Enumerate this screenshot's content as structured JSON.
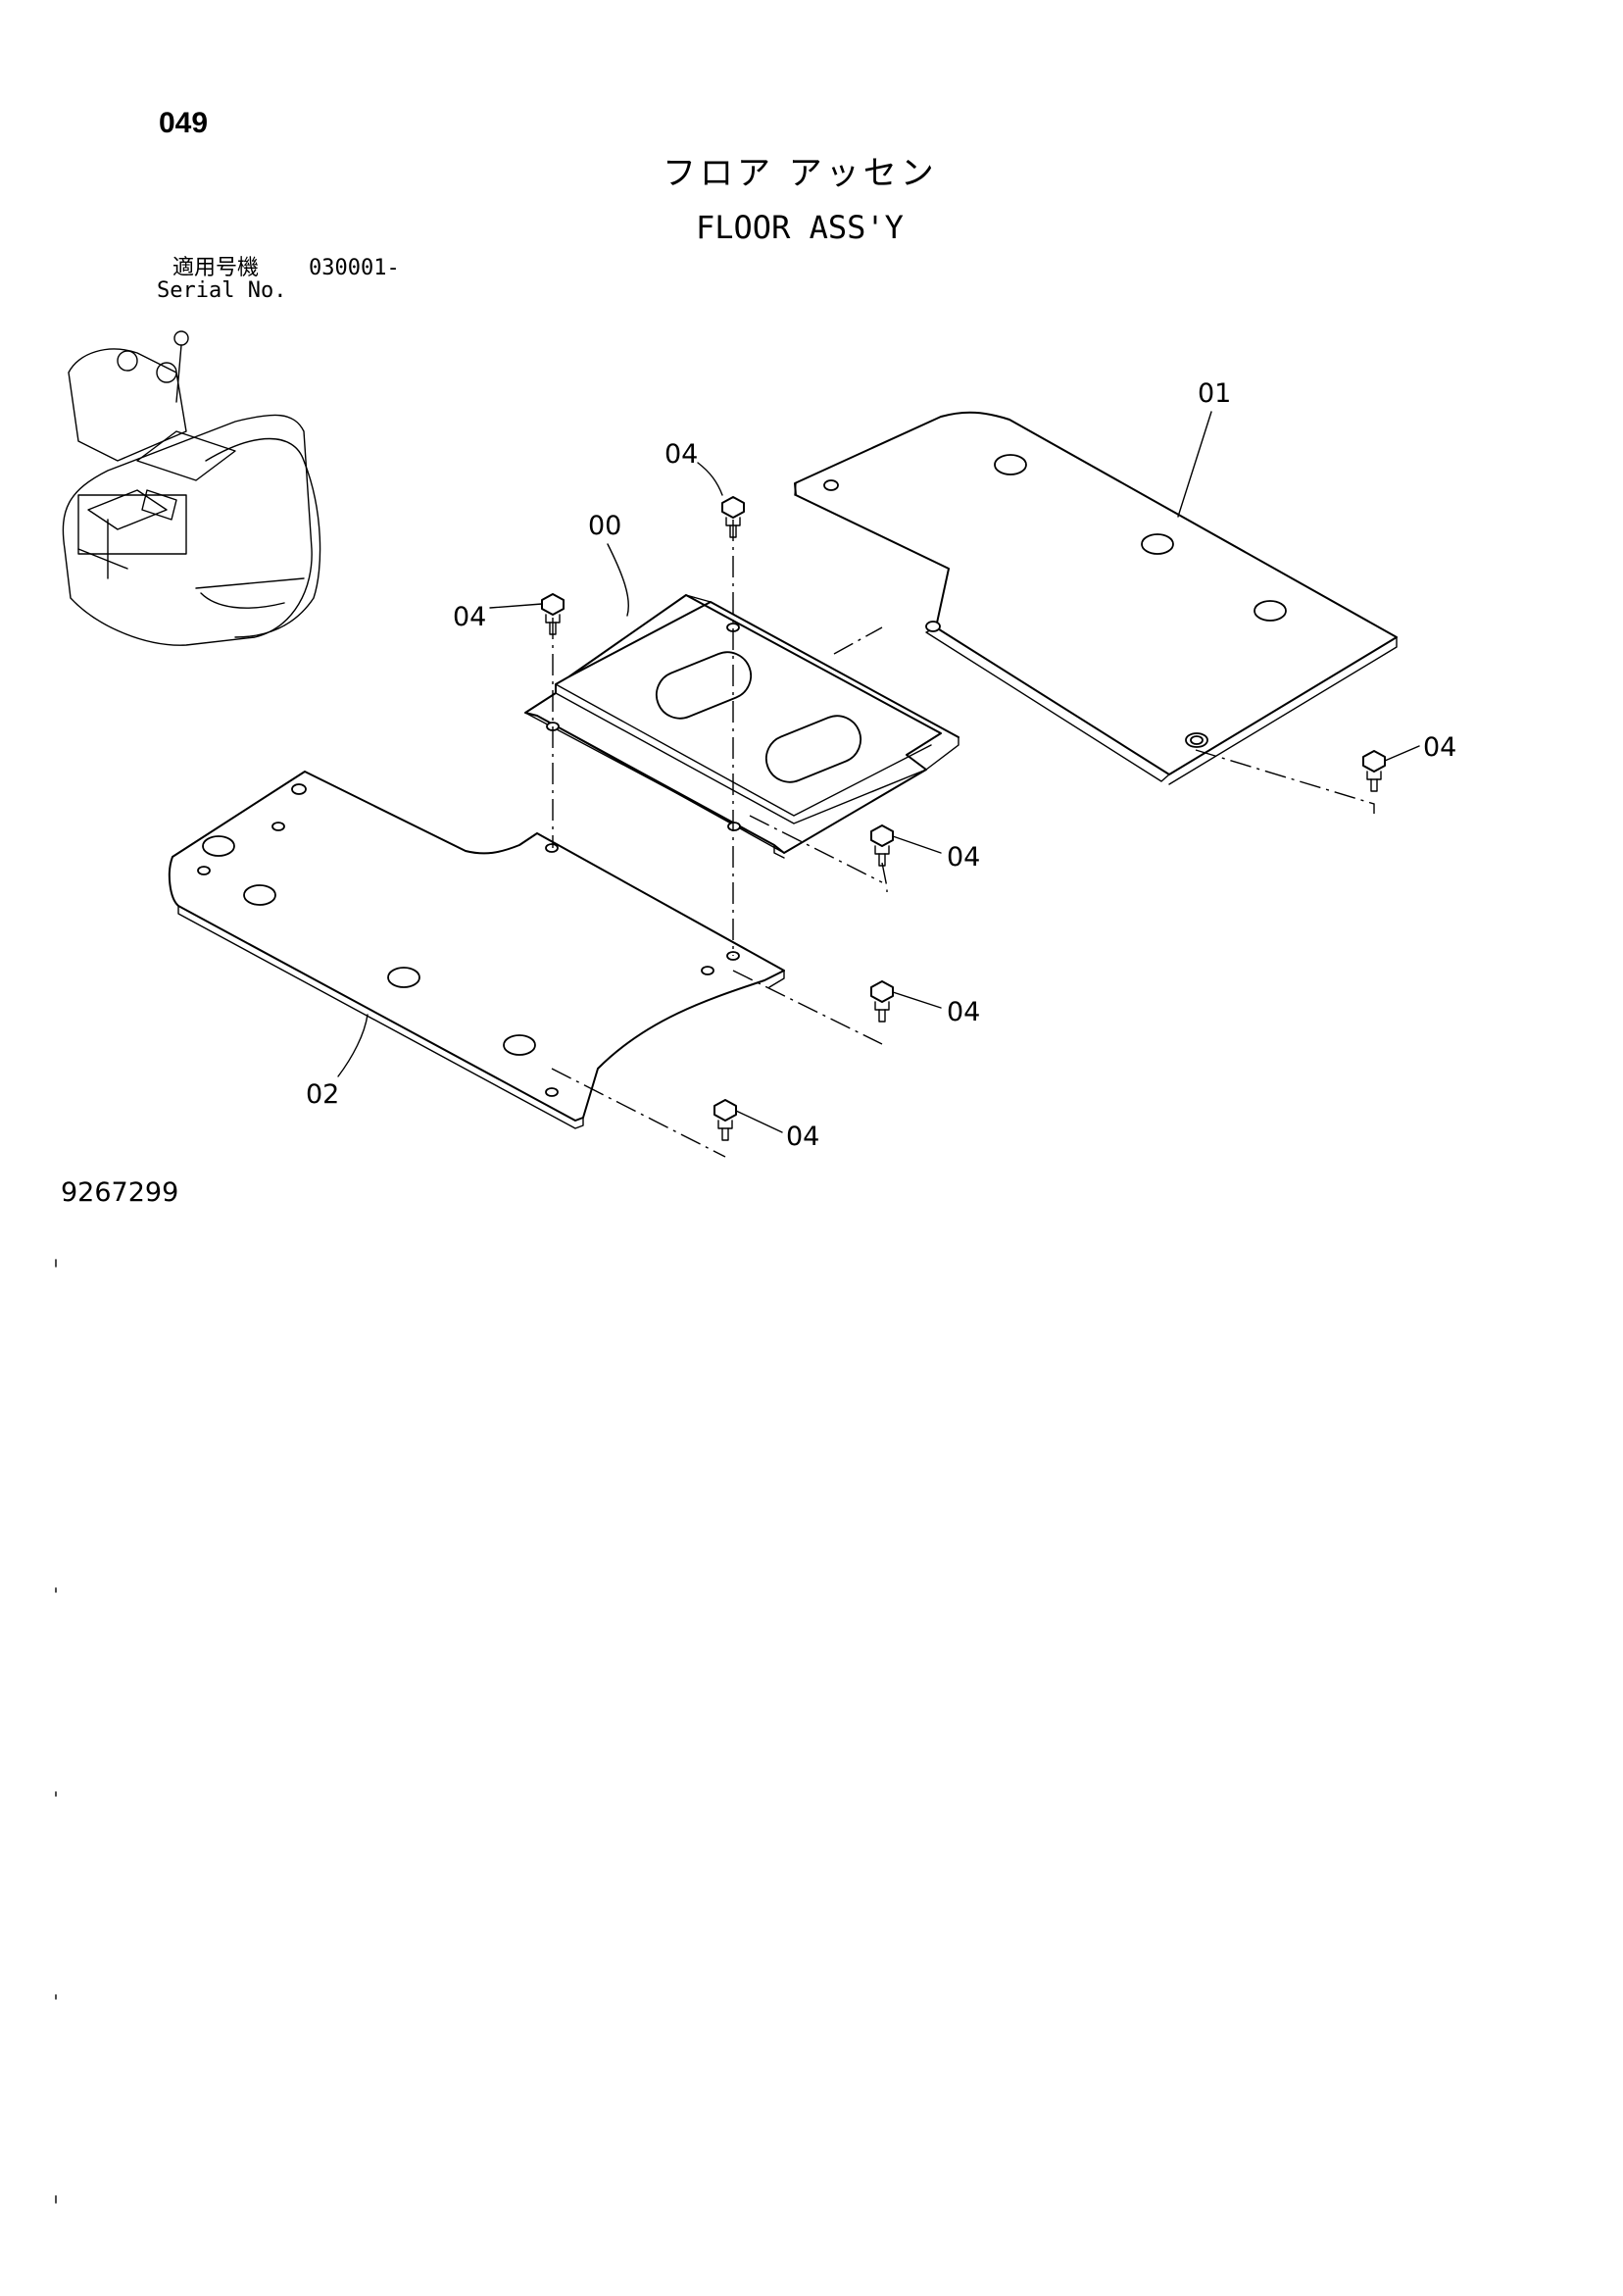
{
  "page_number": "049",
  "title_japanese": "フロア アッセン",
  "title_english": "FLOOR ASS'Y",
  "serial": {
    "label_japanese": "適用号機",
    "label_english": "Serial No.",
    "value": "030001-"
  },
  "callouts": {
    "c00": "00",
    "c01": "01",
    "c02": "02",
    "c04": "04"
  },
  "document_number": "9267299"
}
